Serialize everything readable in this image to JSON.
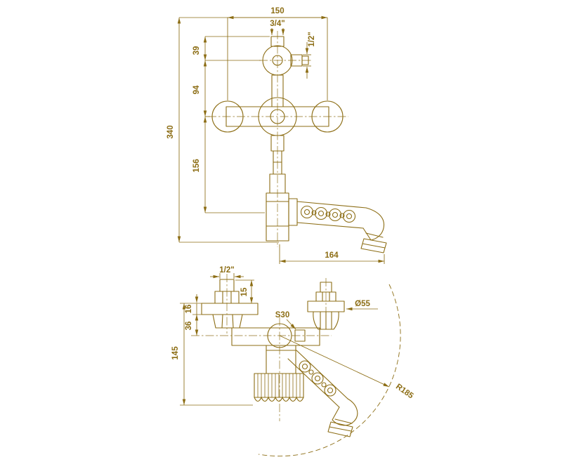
{
  "drawing": {
    "line_color": "#8c6d14",
    "front_view": {
      "dim_spacing": "150",
      "dim_inlet_thread": "3/4\"",
      "dim_side_port_thread": "1/2\"",
      "dim_39": "39",
      "dim_94": "94",
      "dim_156": "156",
      "dim_height": "340",
      "dim_spout_reach": "164"
    },
    "side_view": {
      "dim_thread": "1/2\"",
      "dim_15": "15",
      "dim_16": "16",
      "dim_36": "36",
      "dim_height": "145",
      "dim_handle_diameter": "Ø55",
      "dim_hex_size": "S30",
      "dim_swivel_radius": "R185"
    }
  }
}
